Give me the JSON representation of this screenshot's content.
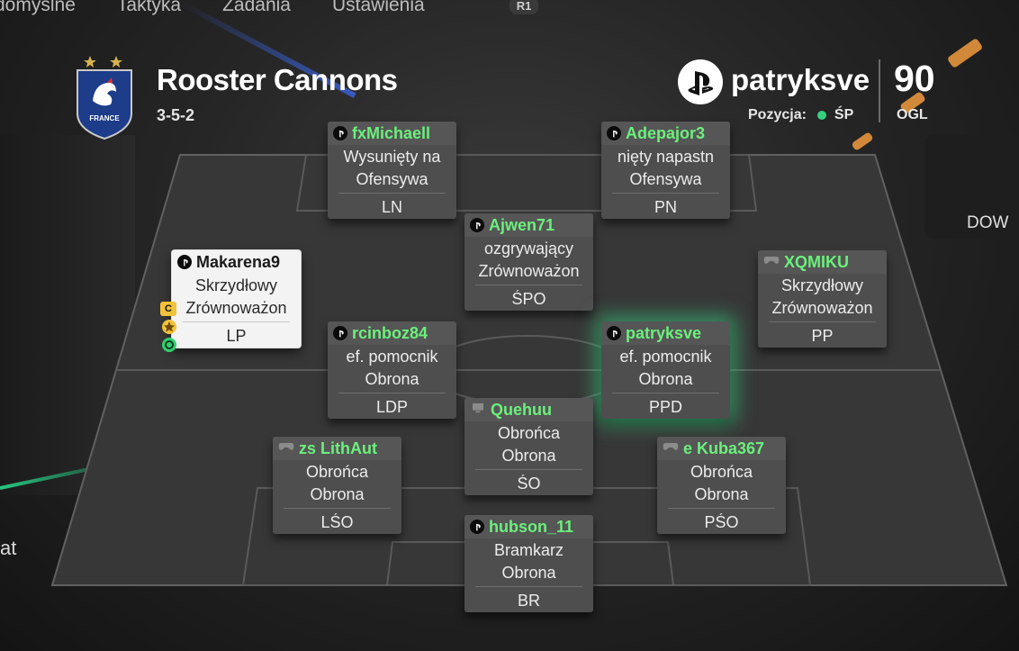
{
  "nav": {
    "tabs": [
      "domyślne",
      "Taktyka",
      "Zadania",
      "Ustawienia"
    ],
    "r1_badge": "R1"
  },
  "club": {
    "name": "Rooster Cannons",
    "formation": "3-5-2",
    "crest_text": "FRANCE"
  },
  "player": {
    "gamertag": "patryksve",
    "position_label": "Pozycja:",
    "position_value": "ŚP",
    "rating": "90",
    "rating_label": "OGL"
  },
  "side_labels": {
    "right": "DOW",
    "left": "at"
  },
  "cards": [
    {
      "id": "ln",
      "name": "fxMichaell",
      "role": "Wysunięty na",
      "style": "Ofensywa",
      "pos": "LN",
      "platform": "ps"
    },
    {
      "id": "pn",
      "name": "Adepajor3",
      "role": "nięty napastn",
      "style": "Ofensywa",
      "pos": "PN",
      "platform": "ps"
    },
    {
      "id": "spo",
      "name": "Ajwen71",
      "role": "ozgrywający",
      "style": "Zrównoważon",
      "pos": "ŚPO",
      "platform": "ps"
    },
    {
      "id": "lp",
      "name": "Makarena9",
      "role": "Skrzydłowy",
      "style": "Zrównoważon",
      "pos": "LP",
      "platform": "ps"
    },
    {
      "id": "pp",
      "name": "XQMIKU",
      "role": "Skrzydłowy",
      "style": "Zrównoważon",
      "pos": "PP",
      "platform": "pad"
    },
    {
      "id": "ldp",
      "name": "rcinboz84",
      "role": "ef. pomocnik",
      "style": "Obrona",
      "pos": "LDP",
      "platform": "ps"
    },
    {
      "id": "ppd",
      "name": "patryksve",
      "role": "ef. pomocnik",
      "style": "Obrona",
      "pos": "PPD",
      "platform": "ps"
    },
    {
      "id": "so",
      "name": "Quehuu",
      "role": "Obrońca",
      "style": "Obrona",
      "pos": "ŚO",
      "platform": "pc"
    },
    {
      "id": "lso",
      "name": "zs LithAut",
      "role": "Obrońca",
      "style": "Obrona",
      "pos": "LŚO",
      "platform": "pad"
    },
    {
      "id": "pso",
      "name": "e Kuba367",
      "role": "Obrońca",
      "style": "Obrona",
      "pos": "PŚO",
      "platform": "pad"
    },
    {
      "id": "br",
      "name": "hubson_11",
      "role": "Bramkarz",
      "style": "Obrona",
      "pos": "BR",
      "platform": "ps"
    }
  ],
  "captain_badge": "C"
}
